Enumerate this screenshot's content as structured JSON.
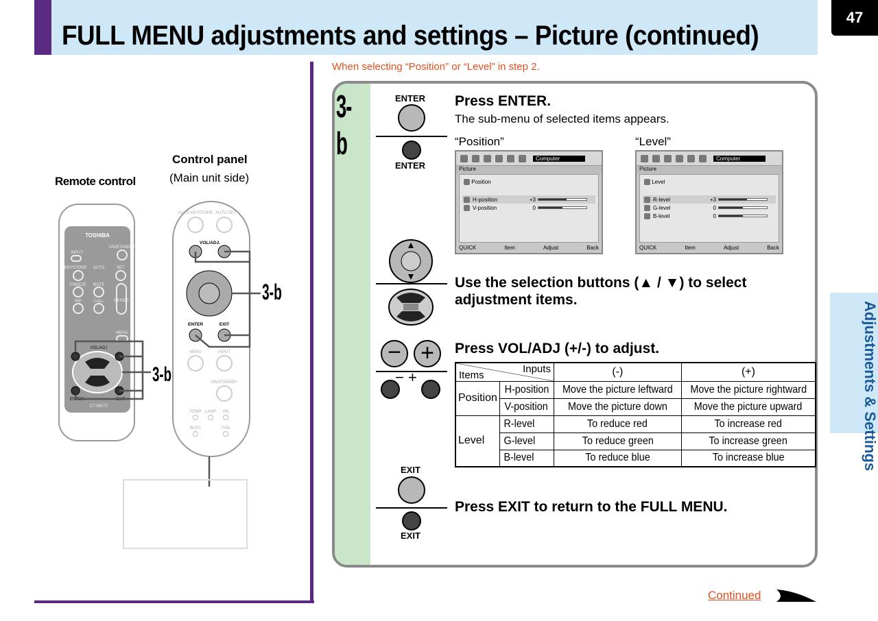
{
  "header": {
    "title": "FULL MENU adjustments and settings – Picture (continued)",
    "page_number": "47"
  },
  "side_tab": {
    "label": "Adjustments & Settings"
  },
  "left": {
    "remote_label": "Remote control",
    "panel_label": "Control panel",
    "panel_sub": "(Main unit side)",
    "step_tag": "3-b",
    "remote": {
      "brand": "TOSHIBA",
      "buttons": [
        "INPUT",
        "ON/STANDBY",
        "KEYSTONE",
        "AUTO",
        "SET",
        "FREEZE",
        "MUTE",
        "PIP",
        "CALL",
        "RESIZE",
        "MENU",
        "VOL/ADJ",
        "ENTER",
        "EXIT"
      ],
      "model": "CT-90072"
    },
    "panel": {
      "buttons": [
        "AUTO KEYSTONE",
        "AUTO SET",
        "VOL/ADJ.",
        "ENTER",
        "EXIT",
        "MENU",
        "INPUT",
        "ON/STANDBY"
      ],
      "indicators": [
        "TEMP",
        "LAMP",
        "ON",
        "BUSY",
        "FAN"
      ]
    }
  },
  "note": "When selecting “Position” or “Level” in step 2.",
  "step": {
    "number": "3-b",
    "enter_label": "ENTER",
    "exit_label": "EXIT",
    "s1_title": "Press ENTER.",
    "s1_text": "The sub-menu of selected items appears.",
    "osd_position": {
      "caption": "“Position”",
      "source": "Computer",
      "section": "Picture",
      "heading": "Position",
      "rows": [
        {
          "name": "H-position",
          "value": "+3",
          "level": 0.58,
          "selected": true
        },
        {
          "name": "V-position",
          "value": "0",
          "level": 0.5,
          "selected": false
        }
      ],
      "footer": [
        "QUICK",
        "Item",
        "Adjust",
        "Back"
      ]
    },
    "osd_level": {
      "caption": "“Level”",
      "source": "Computer",
      "section": "Picture",
      "heading": "Level",
      "rows": [
        {
          "name": "R-level",
          "value": "+3",
          "level": 0.58,
          "selected": true
        },
        {
          "name": "G-level",
          "value": "0",
          "level": 0.5,
          "selected": false
        },
        {
          "name": "B-level",
          "value": "0",
          "level": 0.5,
          "selected": false
        }
      ],
      "footer": [
        "QUICK",
        "Item",
        "Adjust",
        "Back"
      ]
    },
    "s2_title": "Use the selection buttons (▲ / ▼) to select adjustment items.",
    "s3_title": "Press VOL/ADJ (+/-) to adjust.",
    "table": {
      "h_items": "Items",
      "h_inputs": "Inputs",
      "h_minus": "(-)",
      "h_plus": "(+)",
      "groups": [
        {
          "name": "Position",
          "rows": [
            [
              "H-position",
              "Move the picture leftward",
              "Move the picture rightward"
            ],
            [
              "V-position",
              "Move the picture down",
              "Move the picture upward"
            ]
          ]
        },
        {
          "name": "Level",
          "rows": [
            [
              "R-level",
              "To reduce red",
              "To increase red"
            ],
            [
              "G-level",
              "To reduce green",
              "To increase green"
            ],
            [
              "B-level",
              "To reduce blue",
              "To increase blue"
            ]
          ]
        }
      ]
    },
    "s4_title": "Press EXIT to return to the FULL MENU."
  },
  "footer": {
    "continued": "Continued"
  }
}
